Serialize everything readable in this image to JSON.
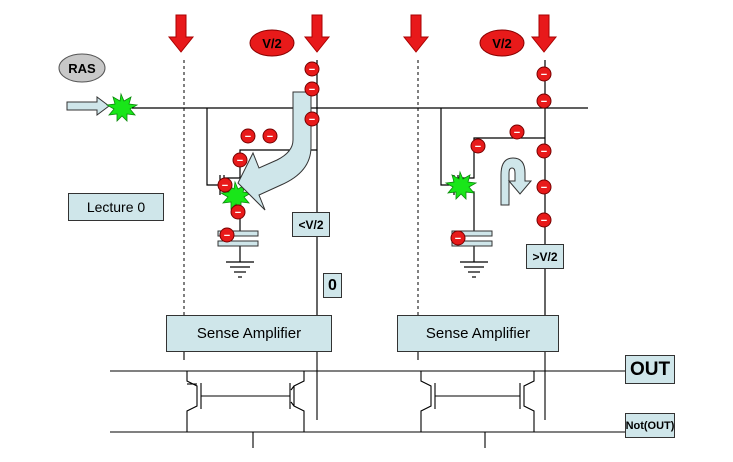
{
  "colors": {
    "arrow": "#e8191b",
    "vhalf_fill": "#e81a1a",
    "electron_fill": "#e81a1a",
    "box_fill": "#cfe6ea",
    "flow_arrow_fill": "#cfe6ea",
    "spark": "#19e619",
    "ras_fill": "#c8c8c8",
    "line": "#000000"
  },
  "labels": {
    "ras": "RAS",
    "v_half_left": "V/2",
    "v_half_right": "V/2",
    "electron_sign": "−",
    "lecture": "Lecture 0",
    "less_v2": "<V/2",
    "greater_v2": ">V/2",
    "zero": "0",
    "sense_amp_left": "Sense Amplifier",
    "sense_amp_right": "Sense Amplifier",
    "out": "OUT",
    "not_out": "Not(OUT)"
  },
  "icons": {
    "down_arrow": "down-arrow-icon",
    "spark": "spark-icon",
    "flow_arrow": "flow-arrow-icon",
    "capacitor": "capacitor-icon",
    "ground": "ground-icon",
    "transistor": "transistor-icon"
  }
}
